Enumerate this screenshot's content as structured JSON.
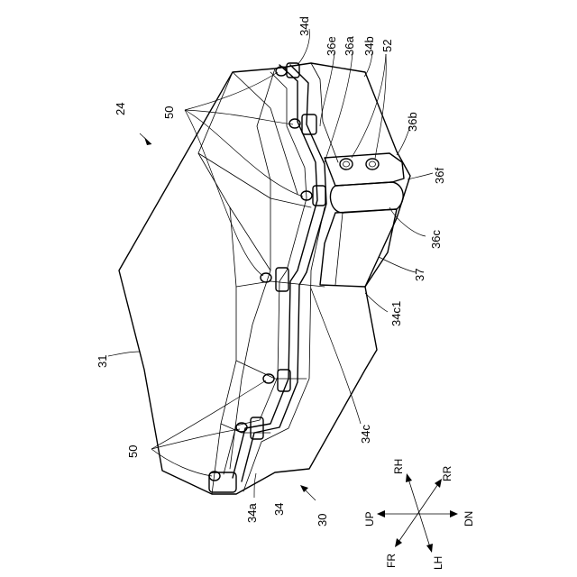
{
  "labels": {
    "l24": "24",
    "l50_top": "50",
    "l34d": "34d",
    "l36e": "36e",
    "l36a": "36a",
    "l34b": "34b",
    "l52": "52",
    "l36b": "36b",
    "l36f": "36f",
    "l36c": "36c",
    "l37": "37",
    "l34c1": "34c1",
    "l31": "31",
    "l34c": "34c",
    "l50_bottom": "50",
    "l34a": "34a",
    "l34": "34",
    "l30": "30"
  },
  "directions": {
    "rh": "RH",
    "rr": "RR",
    "up": "UP",
    "dn": "DN",
    "fr": "FR",
    "lh": "LH"
  }
}
